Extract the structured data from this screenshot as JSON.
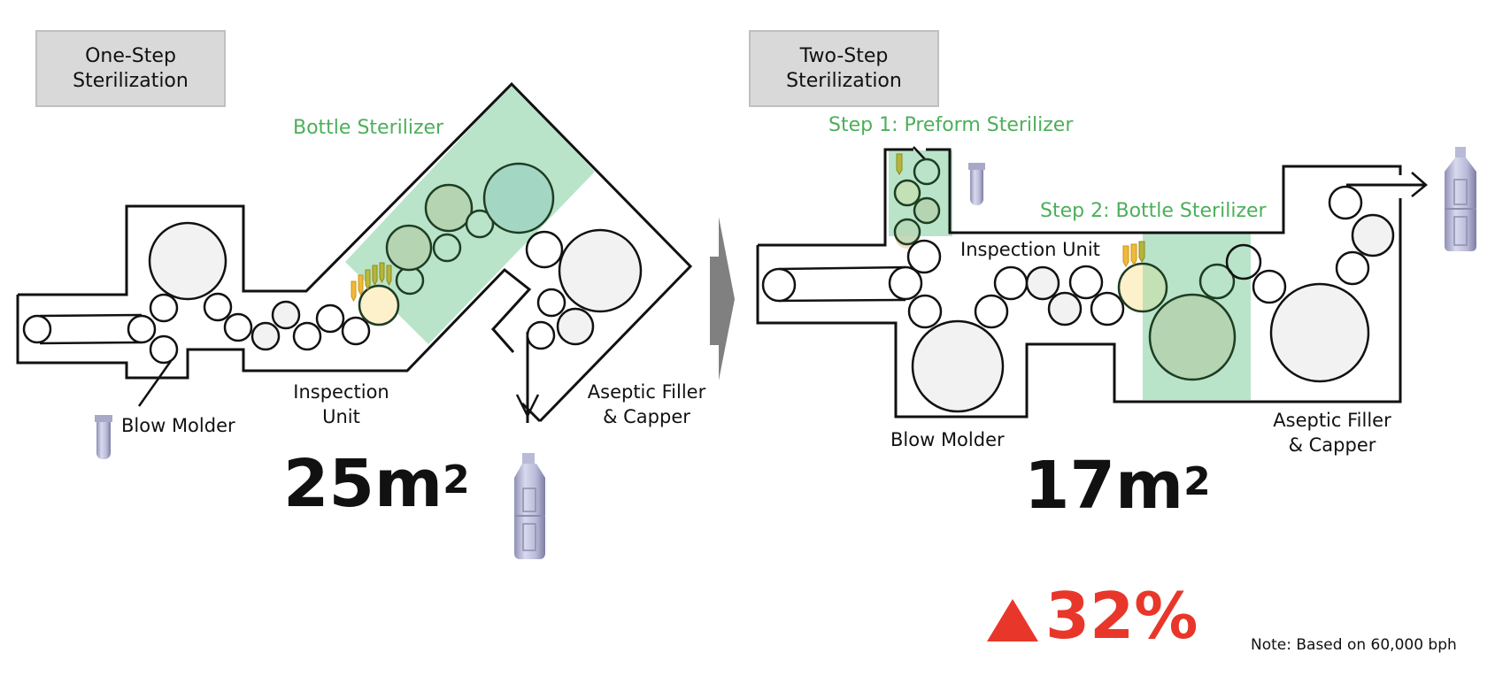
{
  "left_panel": {
    "title_line1": "One-Step",
    "title_line2": "Sterilization",
    "sterilizer_label": "Bottle Sterilizer",
    "labels": {
      "blow_molder": "Blow Molder",
      "inspection_line1": "Inspection",
      "inspection_line2": "Unit",
      "filler_line1": "Aseptic Filler",
      "filler_line2": "& Capper"
    },
    "area_value": "25m",
    "area_exponent": "2"
  },
  "right_panel": {
    "title_line1": "Two-Step",
    "title_line2": "Sterilization",
    "step1_label": "Step 1: Preform Sterilizer",
    "step2_label": "Step 2: Bottle Sterilizer",
    "labels": {
      "inspection": "Inspection Unit",
      "blow_molder": "Blow Molder",
      "filler_line1": "Aseptic Filler",
      "filler_line2": "& Capper"
    },
    "area_value": "17m",
    "area_exponent": "2"
  },
  "comparison": {
    "reduction_icon": "triangle-up-icon",
    "reduction_value": "32%",
    "transition_icon": "right-arrow-icon"
  },
  "note": "Note: Based on 60,000 bph",
  "colors": {
    "sterilizer_green": "#4caf5a",
    "sterilizer_fill": "#b9e4c9",
    "reduction_red": "#e8372a",
    "title_box_bg": "#d9d9d9",
    "arrow_gray": "#808080"
  }
}
